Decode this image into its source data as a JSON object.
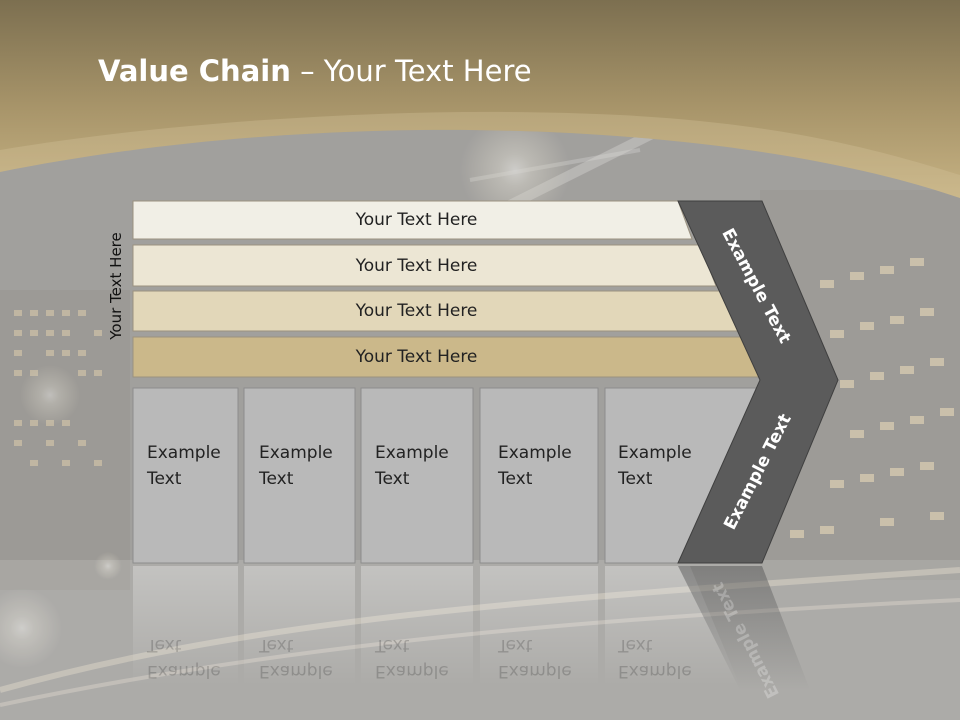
{
  "slide": {
    "title_bold": "Value Chain",
    "title_rest": " – Your Text Here",
    "side_label": "Your Text Here",
    "bars": [
      {
        "label": "Your Text Here"
      },
      {
        "label": "Your Text Here"
      },
      {
        "label": "Your Text Here"
      },
      {
        "label": "Your Text Here"
      }
    ],
    "boxes": [
      {
        "line1": "Example",
        "line2": "Text"
      },
      {
        "line1": "Example",
        "line2": "Text"
      },
      {
        "line1": "Example",
        "line2": "Text"
      },
      {
        "line1": "Example",
        "line2": "Text"
      },
      {
        "line1": "Example",
        "line2": "Text"
      }
    ],
    "chevron_upper": "Example Text",
    "chevron_lower": "Example Text"
  },
  "colors": {
    "header_gold": "#8f7e57",
    "bar1": "#f1efe6",
    "bar2": "#ece6d4",
    "bar3": "#e2d7b9",
    "bar4": "#cbb88a",
    "box_fill": "#b9b9b9",
    "chevron": "#5b5b5b"
  }
}
